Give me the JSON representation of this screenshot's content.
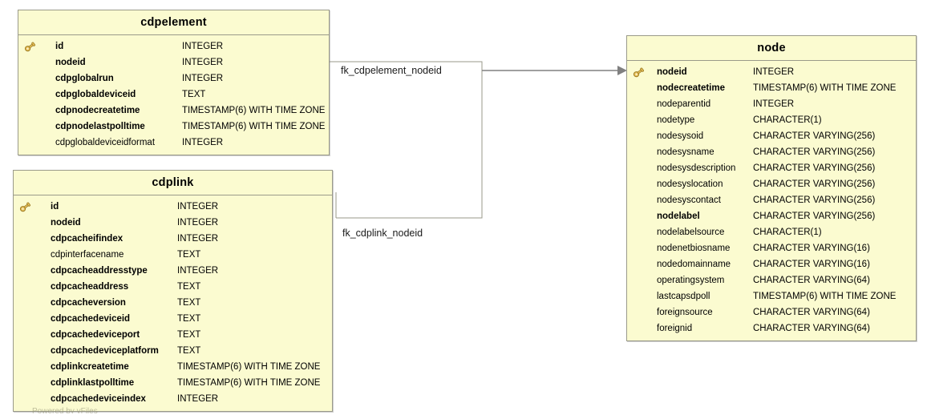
{
  "diagram": {
    "type": "er-diagram",
    "background": "#ffffff",
    "entity_fill": "#fbfbd0",
    "entity_border": "#9a9a8a",
    "connector_color": "#808080",
    "watermark": "Powered by yFiles"
  },
  "entities": [
    {
      "name": "cdpelement",
      "attributes": [
        {
          "name": "id",
          "type": "INTEGER",
          "pk": true,
          "required": true
        },
        {
          "name": "nodeid",
          "type": "INTEGER",
          "pk": false,
          "required": true
        },
        {
          "name": "cdpglobalrun",
          "type": "INTEGER",
          "pk": false,
          "required": true
        },
        {
          "name": "cdpglobaldeviceid",
          "type": "TEXT",
          "pk": false,
          "required": true
        },
        {
          "name": "cdpnodecreatetime",
          "type": "TIMESTAMP(6) WITH TIME ZONE",
          "pk": false,
          "required": true
        },
        {
          "name": "cdpnodelastpolltime",
          "type": "TIMESTAMP(6) WITH TIME ZONE",
          "pk": false,
          "required": true
        },
        {
          "name": "cdpglobaldeviceidformat",
          "type": "INTEGER",
          "pk": false,
          "required": false
        }
      ]
    },
    {
      "name": "cdplink",
      "attributes": [
        {
          "name": "id",
          "type": "INTEGER",
          "pk": true,
          "required": true
        },
        {
          "name": "nodeid",
          "type": "INTEGER",
          "pk": false,
          "required": true
        },
        {
          "name": "cdpcacheifindex",
          "type": "INTEGER",
          "pk": false,
          "required": true
        },
        {
          "name": "cdpinterfacename",
          "type": "TEXT",
          "pk": false,
          "required": false
        },
        {
          "name": "cdpcacheaddresstype",
          "type": "INTEGER",
          "pk": false,
          "required": true
        },
        {
          "name": "cdpcacheaddress",
          "type": "TEXT",
          "pk": false,
          "required": true
        },
        {
          "name": "cdpcacheversion",
          "type": "TEXT",
          "pk": false,
          "required": true
        },
        {
          "name": "cdpcachedeviceid",
          "type": "TEXT",
          "pk": false,
          "required": true
        },
        {
          "name": "cdpcachedeviceport",
          "type": "TEXT",
          "pk": false,
          "required": true
        },
        {
          "name": "cdpcachedeviceplatform",
          "type": "TEXT",
          "pk": false,
          "required": true
        },
        {
          "name": "cdplinkcreatetime",
          "type": "TIMESTAMP(6) WITH TIME ZONE",
          "pk": false,
          "required": true
        },
        {
          "name": "cdplinklastpolltime",
          "type": "TIMESTAMP(6) WITH TIME ZONE",
          "pk": false,
          "required": true
        },
        {
          "name": "cdpcachedeviceindex",
          "type": "INTEGER",
          "pk": false,
          "required": true
        }
      ]
    },
    {
      "name": "node",
      "attributes": [
        {
          "name": "nodeid",
          "type": "INTEGER",
          "pk": true,
          "required": true
        },
        {
          "name": "nodecreatetime",
          "type": "TIMESTAMP(6) WITH TIME ZONE",
          "pk": false,
          "required": true
        },
        {
          "name": "nodeparentid",
          "type": "INTEGER",
          "pk": false,
          "required": false
        },
        {
          "name": "nodetype",
          "type": "CHARACTER(1)",
          "pk": false,
          "required": false
        },
        {
          "name": "nodesysoid",
          "type": "CHARACTER VARYING(256)",
          "pk": false,
          "required": false
        },
        {
          "name": "nodesysname",
          "type": "CHARACTER VARYING(256)",
          "pk": false,
          "required": false
        },
        {
          "name": "nodesysdescription",
          "type": "CHARACTER VARYING(256)",
          "pk": false,
          "required": false
        },
        {
          "name": "nodesyslocation",
          "type": "CHARACTER VARYING(256)",
          "pk": false,
          "required": false
        },
        {
          "name": "nodesyscontact",
          "type": "CHARACTER VARYING(256)",
          "pk": false,
          "required": false
        },
        {
          "name": "nodelabel",
          "type": "CHARACTER VARYING(256)",
          "pk": false,
          "required": true
        },
        {
          "name": "nodelabelsource",
          "type": "CHARACTER(1)",
          "pk": false,
          "required": false
        },
        {
          "name": "nodenetbiosname",
          "type": "CHARACTER VARYING(16)",
          "pk": false,
          "required": false
        },
        {
          "name": "nodedomainname",
          "type": "CHARACTER VARYING(16)",
          "pk": false,
          "required": false
        },
        {
          "name": "operatingsystem",
          "type": "CHARACTER VARYING(64)",
          "pk": false,
          "required": false
        },
        {
          "name": "lastcapsdpoll",
          "type": "TIMESTAMP(6) WITH TIME ZONE",
          "pk": false,
          "required": false
        },
        {
          "name": "foreignsource",
          "type": "CHARACTER VARYING(64)",
          "pk": false,
          "required": false
        },
        {
          "name": "foreignid",
          "type": "CHARACTER VARYING(64)",
          "pk": false,
          "required": false
        }
      ]
    }
  ],
  "relationships": [
    {
      "label": "fk_cdpelement_nodeid",
      "from": "cdpelement",
      "to": "node"
    },
    {
      "label": "fk_cdplink_nodeid",
      "from": "cdplink",
      "to": "node"
    }
  ]
}
